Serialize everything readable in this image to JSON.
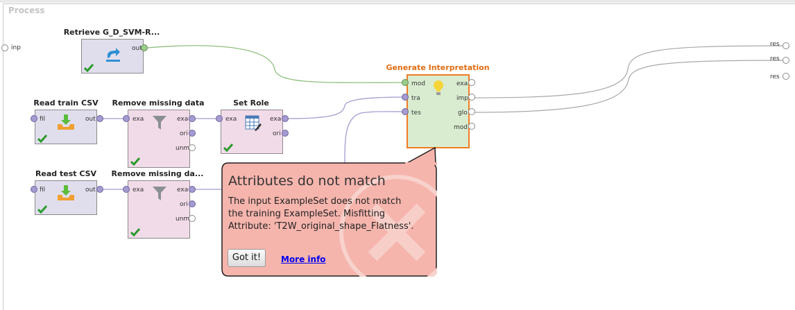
{
  "process": {
    "title": "Process"
  },
  "external_ports": {
    "left": "inp",
    "right": [
      "res",
      "res",
      "res"
    ]
  },
  "operators": {
    "retrieve": {
      "title": "Retrieve G_D_SVM-R...",
      "ports_out": [
        "out"
      ]
    },
    "read_train": {
      "title": "Read train CSV",
      "ports_in": [
        "fil"
      ],
      "ports_out": [
        "out"
      ]
    },
    "remove_missing_1": {
      "title": "Remove missing data",
      "ports_in": [
        "exa"
      ],
      "ports_out": [
        "exa",
        "ori",
        "unm"
      ]
    },
    "set_role": {
      "title": "Set Role",
      "ports_in": [
        "exa"
      ],
      "ports_out": [
        "exa",
        "ori"
      ]
    },
    "read_test": {
      "title": "Read test CSV",
      "ports_in": [
        "fil"
      ],
      "ports_out": [
        "out"
      ]
    },
    "remove_missing_2": {
      "title": "Remove missing da...",
      "ports_in": [
        "exa"
      ],
      "ports_out": [
        "exa",
        "ori",
        "unm"
      ]
    },
    "generate_interp": {
      "title": "Generate Interpretation",
      "ports_in": [
        "mod",
        "tra",
        "tes"
      ],
      "ports_out": [
        "exa",
        "imp",
        "glo",
        "mod"
      ]
    }
  },
  "icons": {
    "retrieve": "retrieve-arrow-icon",
    "read_csv": "download-tray-icon",
    "filter": "funnel-icon",
    "set_role": "table-edit-icon",
    "interpretation": "lightbulb-icon",
    "status": "checkmark-icon",
    "error": "error-x-icon"
  },
  "error_bubble": {
    "title": "Attributes do not match",
    "message": "The input ExampleSet does not match the training ExampleSet. Misfitting Attribute: 'T2W_original_shape_Flatness'.",
    "button_label": "Got it!",
    "link_label": "More info"
  },
  "colors": {
    "bubble_bg": "#f5b5ad",
    "bubble_border": "#1e1e1e",
    "accent_orange": "#e06c12",
    "model_wire": "#8fbf80",
    "example_wire": "#a59bd0"
  }
}
